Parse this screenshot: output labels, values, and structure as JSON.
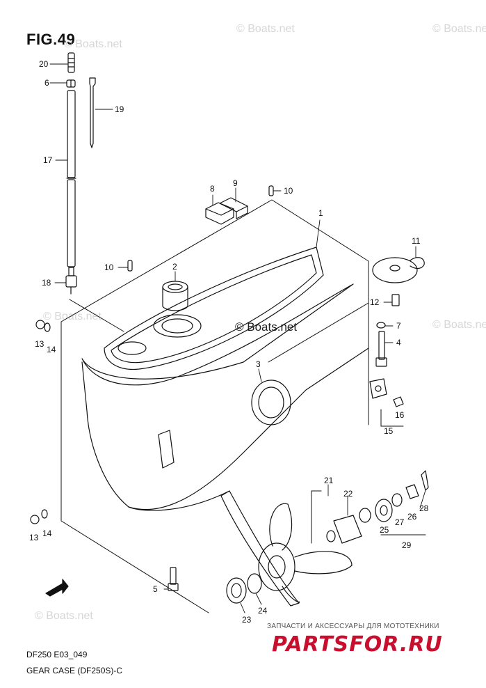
{
  "figure": {
    "title": "FIG.49"
  },
  "watermarks": {
    "text": "© Boats.net"
  },
  "callouts": [
    {
      "id": "c20",
      "label": "20"
    },
    {
      "id": "c6a",
      "label": "6"
    },
    {
      "id": "c19",
      "label": "19"
    },
    {
      "id": "c17",
      "label": "17"
    },
    {
      "id": "c8",
      "label": "8"
    },
    {
      "id": "c9",
      "label": "9"
    },
    {
      "id": "c10a",
      "label": "10"
    },
    {
      "id": "c1",
      "label": "1"
    },
    {
      "id": "c11",
      "label": "11"
    },
    {
      "id": "c10b",
      "label": "10"
    },
    {
      "id": "c2",
      "label": "2"
    },
    {
      "id": "c18",
      "label": "18"
    },
    {
      "id": "c12",
      "label": "12"
    },
    {
      "id": "c7",
      "label": "7"
    },
    {
      "id": "c4",
      "label": "4"
    },
    {
      "id": "c13a",
      "label": "13"
    },
    {
      "id": "c14a",
      "label": "14"
    },
    {
      "id": "c3",
      "label": "3"
    },
    {
      "id": "c16",
      "label": "16"
    },
    {
      "id": "c15",
      "label": "15"
    },
    {
      "id": "c21",
      "label": "21"
    },
    {
      "id": "c22",
      "label": "22"
    },
    {
      "id": "c28",
      "label": "28"
    },
    {
      "id": "c27",
      "label": "27"
    },
    {
      "id": "c26",
      "label": "26"
    },
    {
      "id": "c25",
      "label": "25"
    },
    {
      "id": "c29",
      "label": "29"
    },
    {
      "id": "c13b",
      "label": "13"
    },
    {
      "id": "c14b",
      "label": "14"
    },
    {
      "id": "c5",
      "label": "5"
    },
    {
      "id": "c23",
      "label": "23"
    },
    {
      "id": "c24",
      "label": "24"
    }
  ],
  "footer": {
    "model_code": "DF250 E03_049",
    "caption": "GEAR CASE (DF250S)-C"
  },
  "shop": {
    "tagline": "ЗАПЧАСТИ И АКСЕССУАРЫ ДЛЯ МОТОТЕХНИКИ",
    "logo": "PARTSFOR.RU"
  },
  "colors": {
    "line": "#111111",
    "watermark": "#d6d6d6",
    "logo": "#c8102e"
  },
  "icons": {
    "forward_arrow": "fwd-arrow-icon"
  }
}
